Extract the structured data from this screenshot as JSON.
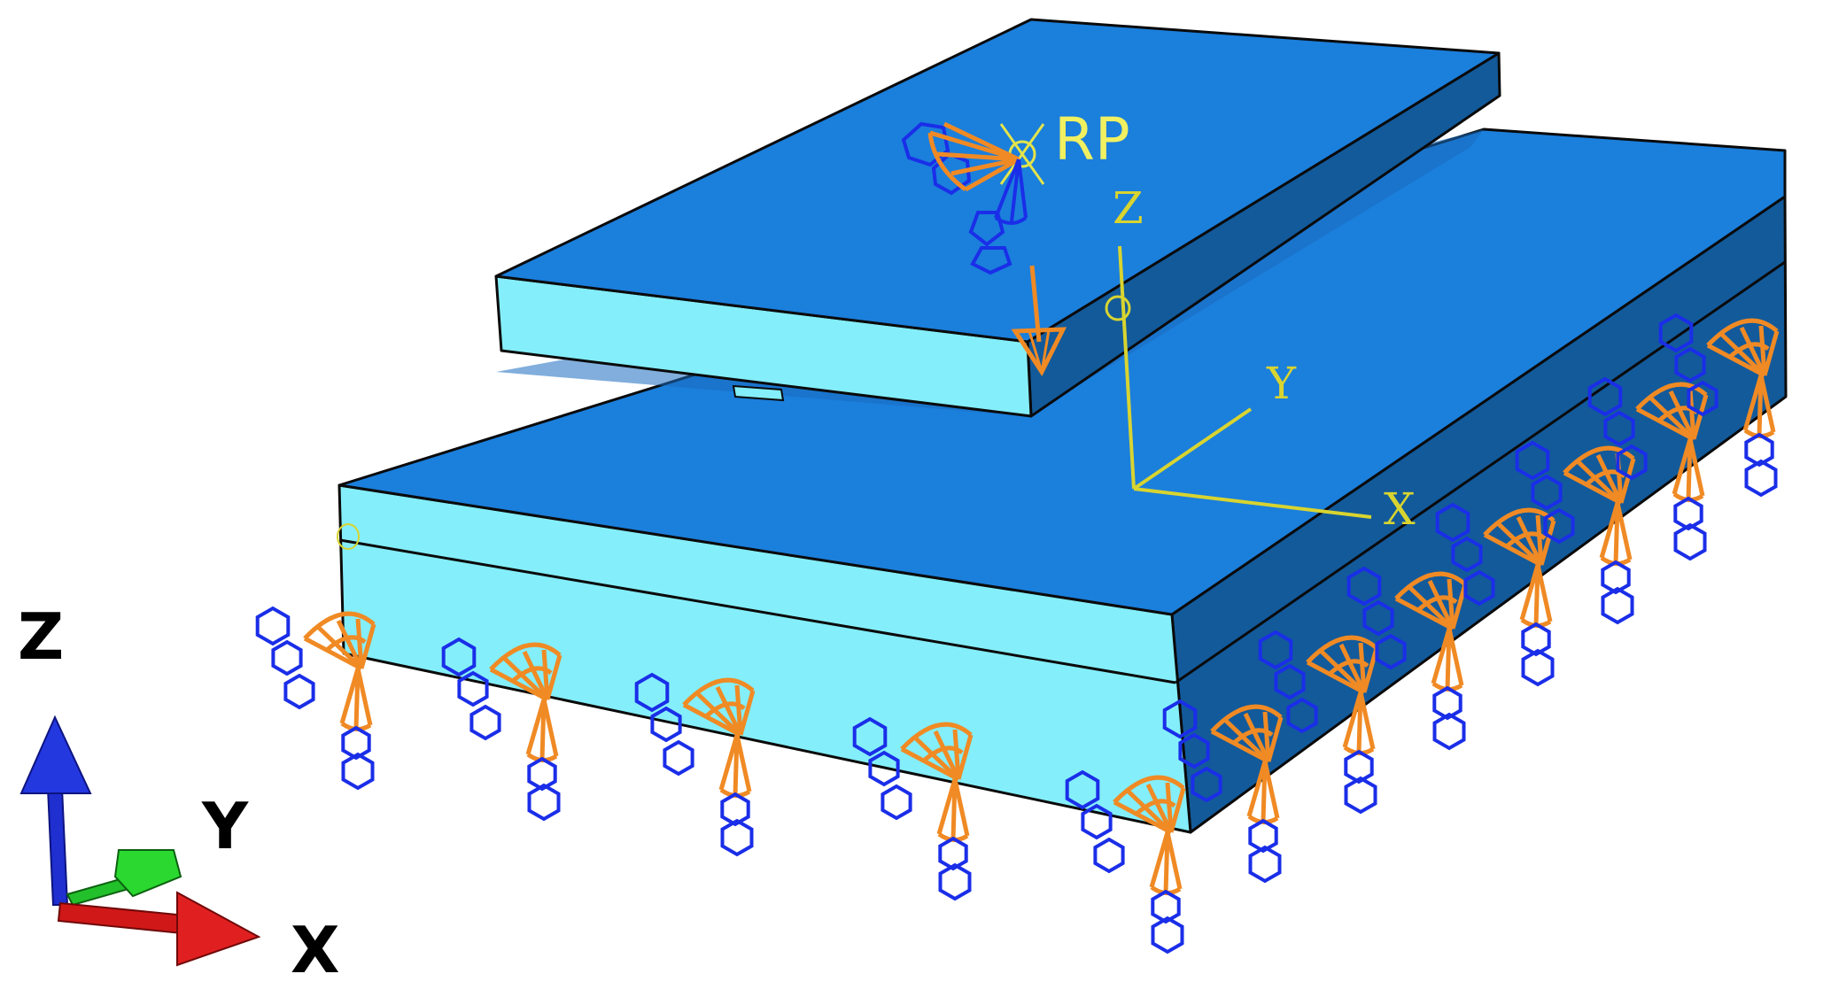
{
  "labels": {
    "reference_point": "RP",
    "csys_z": "Z",
    "csys_y": "Y",
    "csys_x": "X",
    "triad_z": "Z",
    "triad_y": "Y",
    "triad_x": "X"
  },
  "colors": {
    "top_face": "#1b7fdc",
    "front_face": "#84eefa",
    "side_face": "#135a9a",
    "edge": "#0a0a0a",
    "constraint_orange": "#f08a24",
    "constraint_blue": "#1a2ee8",
    "csys_yellow": "#d8d430",
    "rp_yellow": "#f0f060",
    "triad_z": "#1f2fd0",
    "triad_y": "#22c02a",
    "triad_x": "#d01818"
  },
  "icons": {
    "boundary_condition": "encastre-bc-icon",
    "load": "concentrated-force-arrow-icon",
    "reference_point": "reference-point-marker-icon",
    "triad": "global-axis-triad-icon"
  }
}
